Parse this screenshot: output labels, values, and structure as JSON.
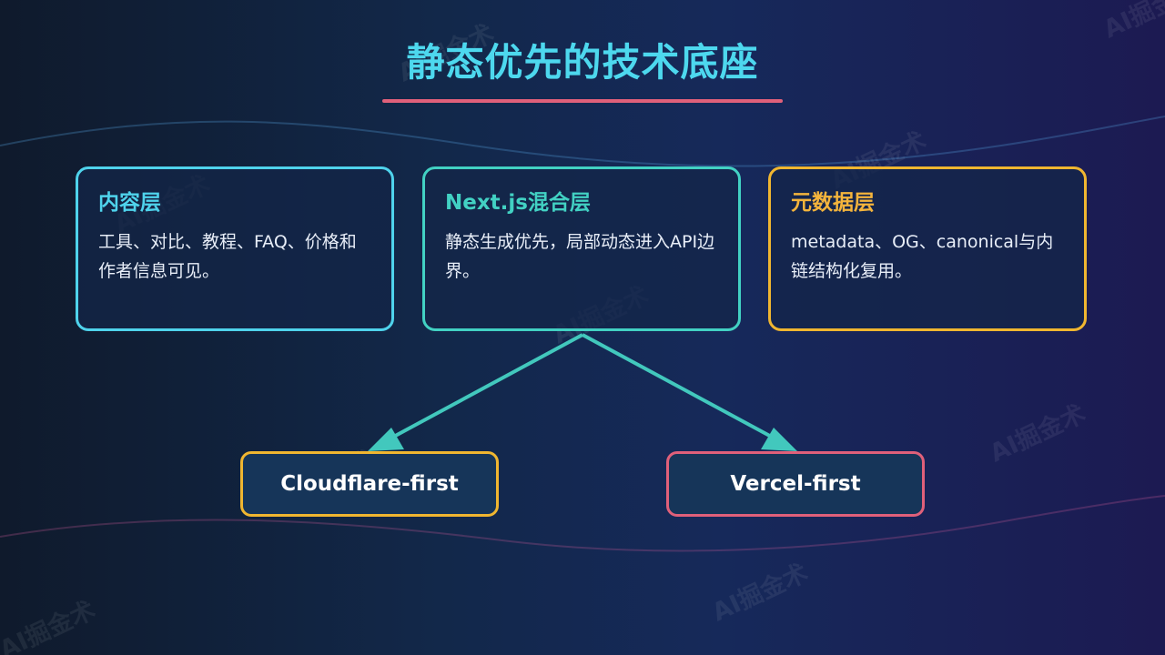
{
  "slide": {
    "title": "静态优先的技术底座"
  },
  "cards": [
    {
      "title": "内容层",
      "body": "工具、对比、教程、FAQ、价格和作者信息可见。",
      "accent": "#4fd3ec"
    },
    {
      "title": "Next.js混合层",
      "body": "静态生成优先，局部动态进入API边界。",
      "accent": "#42d1c3"
    },
    {
      "title": "元数据层",
      "body": "metadata、OG、canonical与内链结构化复用。",
      "accent": "#f4b43c"
    }
  ],
  "targets": [
    {
      "label": "Cloudflare-first",
      "accent": "#f0b630"
    },
    {
      "label": "Vercel-first",
      "accent": "#e0607a"
    }
  ],
  "watermark": "AI掘金术",
  "colors": {
    "title": "#4dd8ee",
    "title_rule": "#e0607a",
    "connector": "#42c8bd"
  }
}
